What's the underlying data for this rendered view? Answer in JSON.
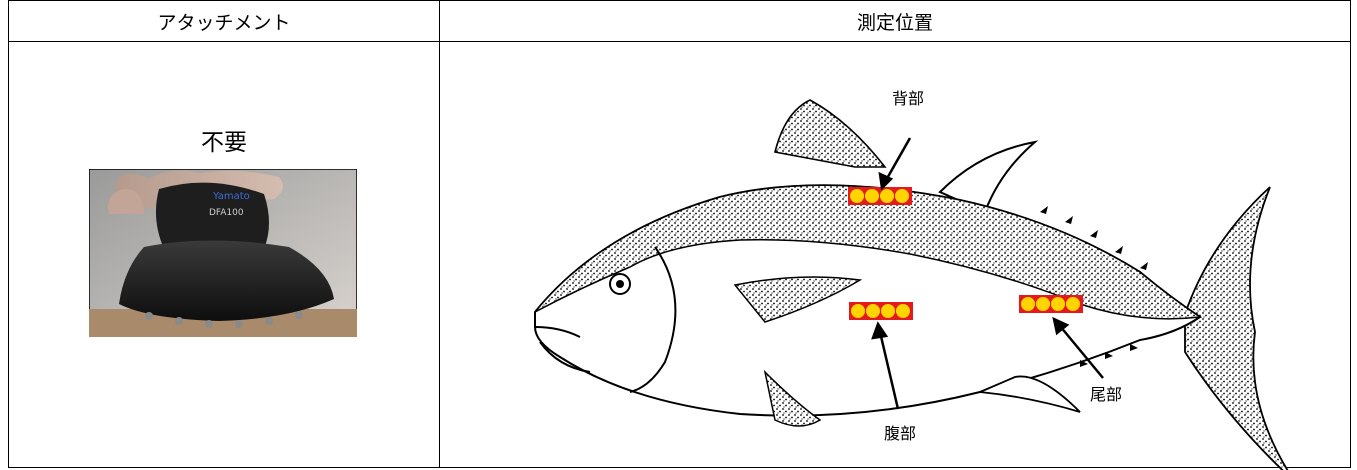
{
  "table": {
    "headers": {
      "attachment": "アタッチメント",
      "position": "測定位置"
    },
    "attachment_text": "不要",
    "device": {
      "brand_text": "Yamato",
      "model_text": "DFA100"
    },
    "positions": [
      {
        "label": "背部"
      },
      {
        "label": "腹部"
      },
      {
        "label": "尾部"
      }
    ]
  },
  "colors": {
    "marker_fill": "#ffd400",
    "marker_bar": "#e41a1c",
    "border": "#000000"
  }
}
